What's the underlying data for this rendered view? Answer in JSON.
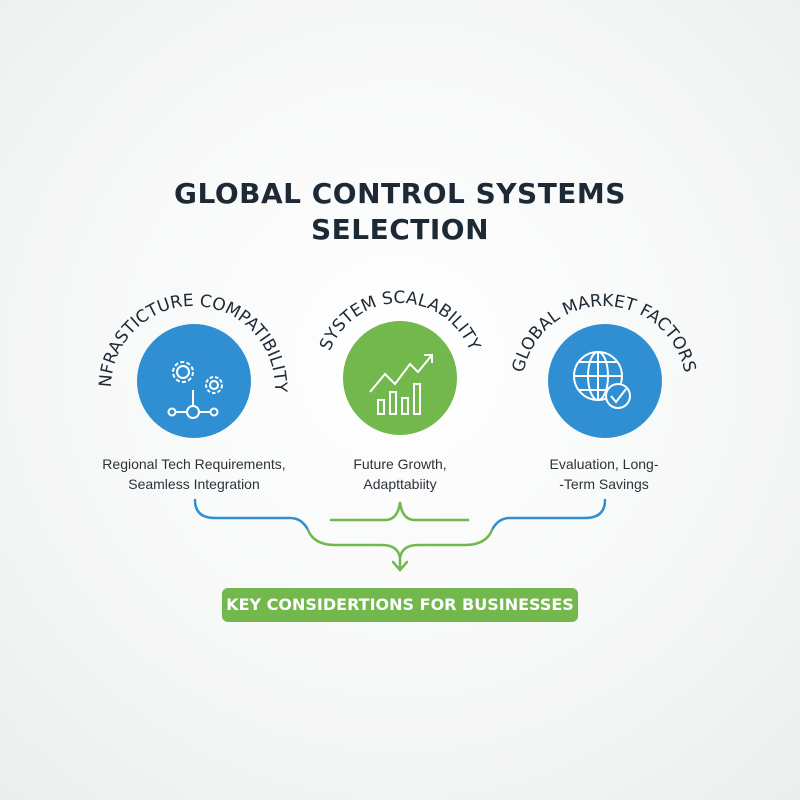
{
  "title": {
    "line1": "GLOBAL CONTROL SYSTEMS",
    "line2": "SELECTION"
  },
  "colors": {
    "blue": "#2f8fd2",
    "green": "#73b84c",
    "text": "#1d2a35"
  },
  "items": [
    {
      "heading": "INFRASTICTURE COMPATIBILITY",
      "icon": "gears-network-icon",
      "color": "#2f8fd2",
      "desc_line1": "Regional Tech Requirements,",
      "desc_line2": "Seamless Integration"
    },
    {
      "heading": "SYSTEM SCALABILITY",
      "icon": "growth-chart-icon",
      "color": "#73b84c",
      "desc_line1": "Future Growth,",
      "desc_line2": "Adapttabiity"
    },
    {
      "heading": "GLOBAL MARKET FACTORS",
      "icon": "globe-check-icon",
      "color": "#2f8fd2",
      "desc_line1": "Evaluation, Long-",
      "desc_line2": "-Term Savings"
    }
  ],
  "footer": {
    "label": "KEY CONSIDERTIONS FOR BUSINESSES"
  }
}
